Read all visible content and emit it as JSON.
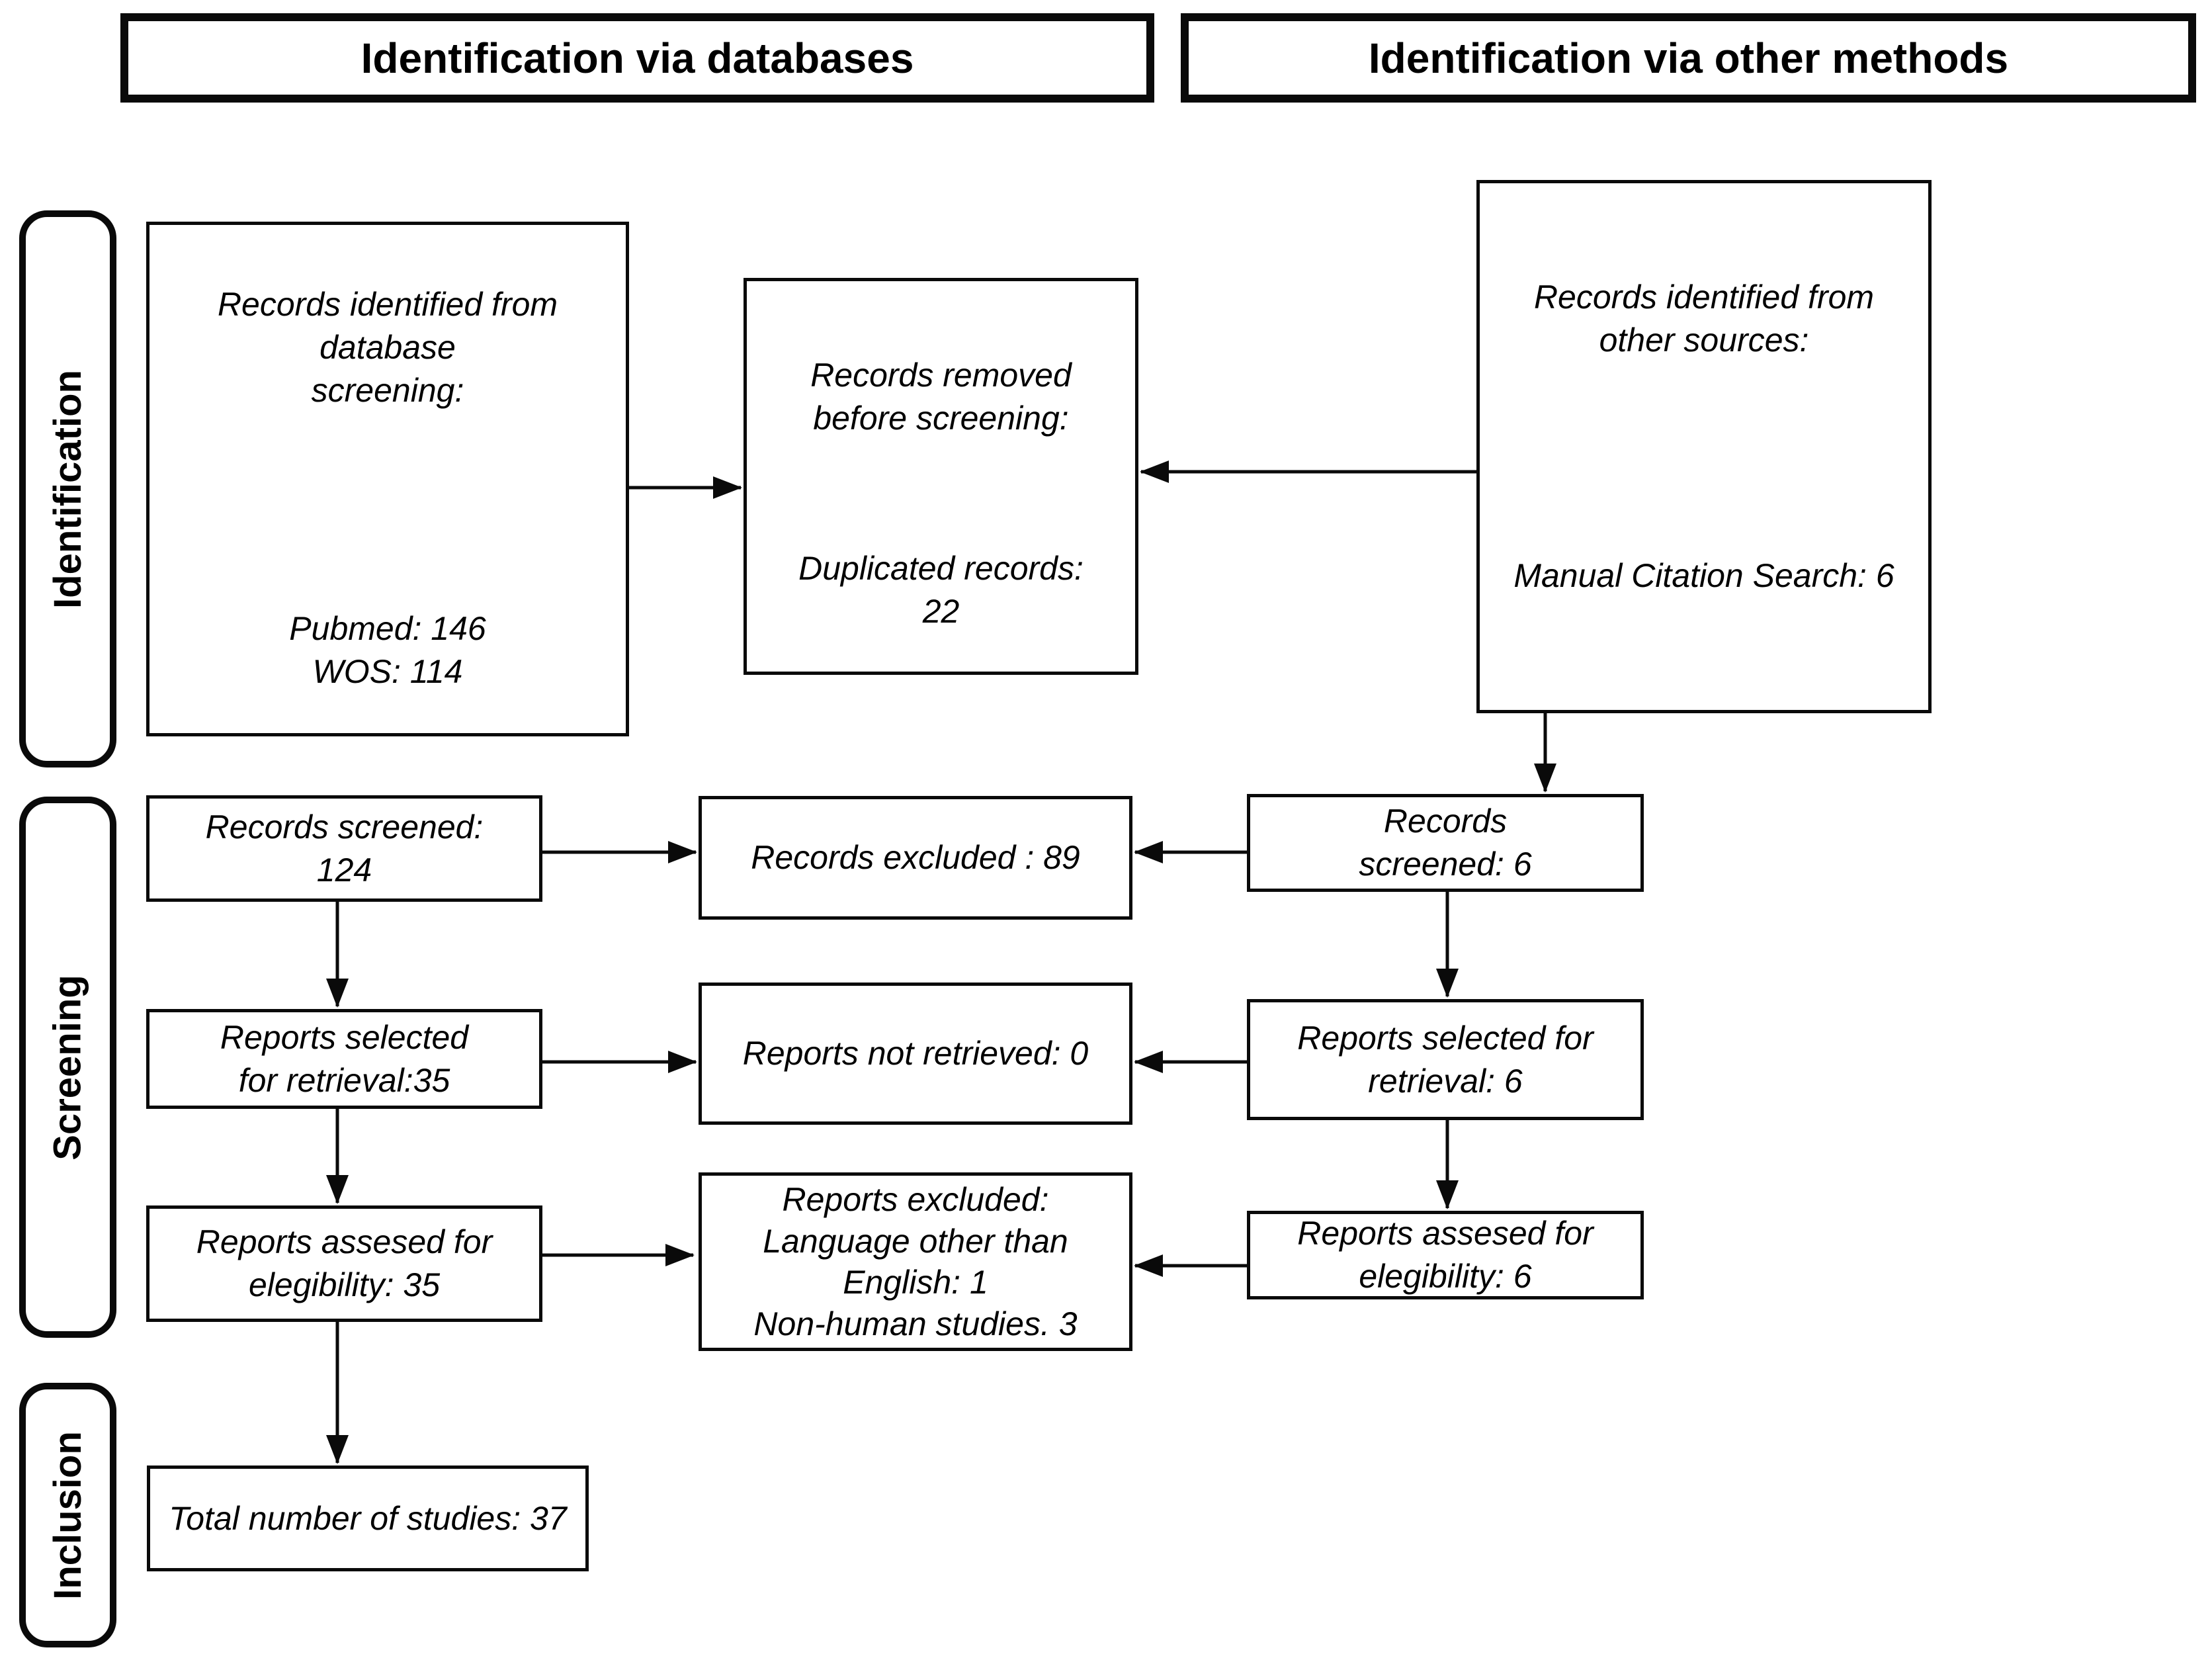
{
  "headers": {
    "databases": "Identification via databases",
    "other": "Identification via other methods"
  },
  "stages": {
    "identification": "Identification",
    "screening": "Screening",
    "inclusion": "Inclusion"
  },
  "boxes": {
    "db_identified": {
      "heading": "Records identified from\ndatabase\nscreening:",
      "detail": "Pubmed: 146\nWOS: 114"
    },
    "removed_before_screening": {
      "heading": "Records removed\nbefore screening:",
      "detail": "Duplicated records:\n22"
    },
    "other_identified": {
      "heading": "Records identified from\nother sources:",
      "detail": "Manual Citation Search: 6"
    },
    "db_screened": "Records screened:\n124",
    "records_excluded": "Records excluded : 89",
    "other_screened": "Records\nscreened: 6",
    "db_selected": "Reports selected\nfor retrieval:35",
    "not_retrieved": "Reports not retrieved: 0",
    "other_selected": "Reports selected for\nretrieval: 6",
    "db_assessed": "Reports assesed for\nelegibility: 35",
    "reports_excluded": "Reports excluded:\nLanguage other than\nEnglish: 1\nNon-human studies. 3",
    "other_assessed": "Reports assesed for\nelegibility: 6",
    "total": "Total number of studies: 37"
  }
}
